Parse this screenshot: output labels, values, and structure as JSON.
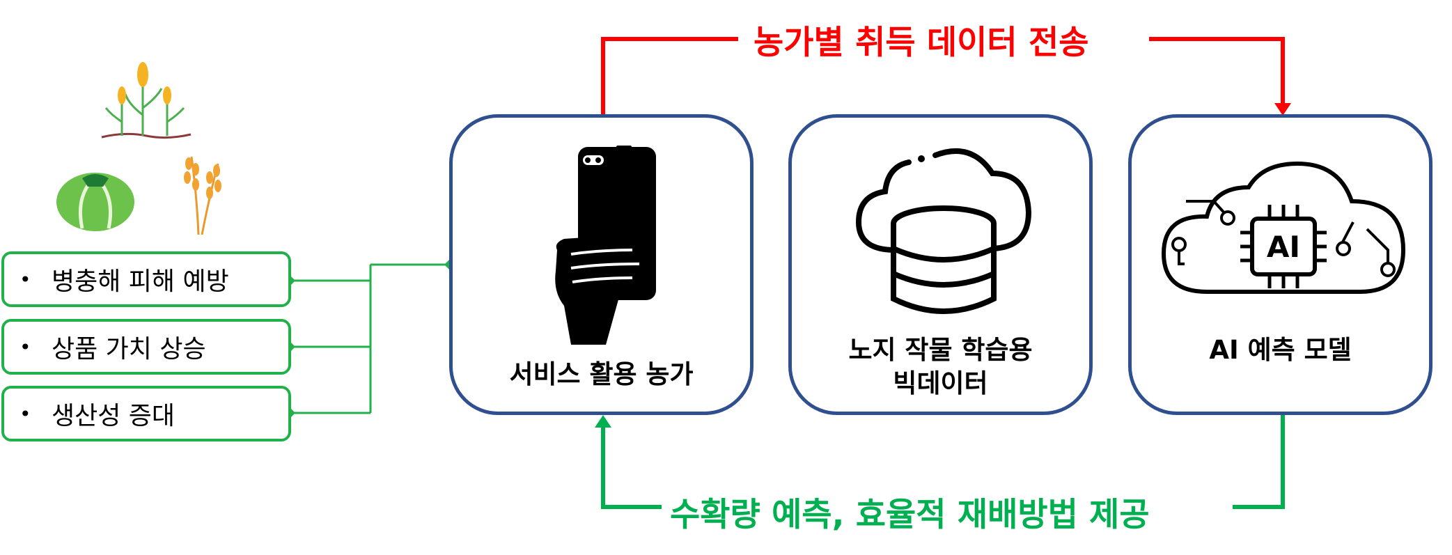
{
  "top_flow_label": "농가별 취득 데이터 전송",
  "bottom_flow_label": "수확량 예측, 효율적 재배방법 제공",
  "boxes": {
    "farm": {
      "label": "서비스 활용 농가",
      "icon": "smartphone-hand-icon"
    },
    "bigdata": {
      "line1": "노지 작물 학습용",
      "line2": "빅데이터",
      "icon": "cloud-database-icon"
    },
    "ai": {
      "label": "AI 예측 모델",
      "icon": "ai-cloud-chip-icon",
      "chip_text": "AI"
    }
  },
  "benefits": [
    {
      "bullet": "•",
      "text": "병충해 피해 예방"
    },
    {
      "bullet": "•",
      "text": "상품 가치 상승"
    },
    {
      "bullet": "•",
      "text": "생산성 증대"
    }
  ],
  "crop_icons": [
    "corn-plants-icon",
    "cabbage-icon",
    "wheat-icon"
  ],
  "colors": {
    "box_border": "#2f4f8f",
    "top_flow": "#ff0000",
    "bottom_flow": "#00b050",
    "benefit_border": "#22b04b"
  }
}
